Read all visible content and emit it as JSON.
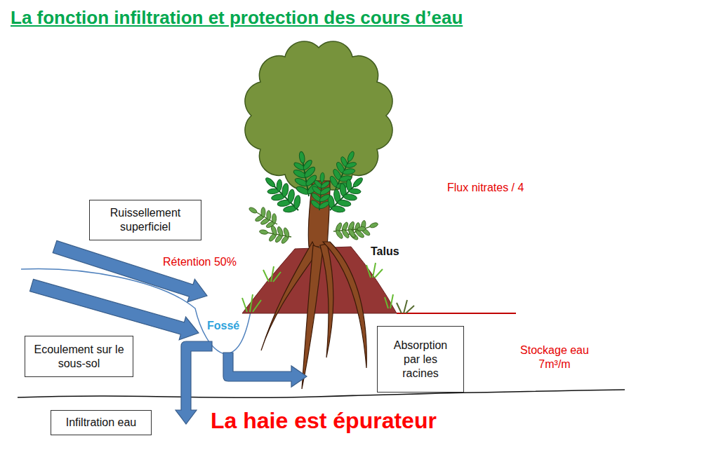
{
  "diagram": {
    "title": "La fonction infiltration et protection des cours d’eau",
    "caption": "La haie est épurateur",
    "nodes": [
      {
        "text": [
          "Ruissellement superficiel"
        ]
      },
      {
        "text": [
          "Ecoulement sur le sous-sol"
        ]
      },
      {
        "text": [
          "Absorption par les racines"
        ]
      },
      {
        "text": [
          "Infiltration eau"
        ]
      }
    ],
    "labels": [
      "Flux nitrates / 4",
      "Rétention 50%",
      "Talus",
      "Fossé",
      "Stockage eau 7m³/m"
    ]
  }
}
